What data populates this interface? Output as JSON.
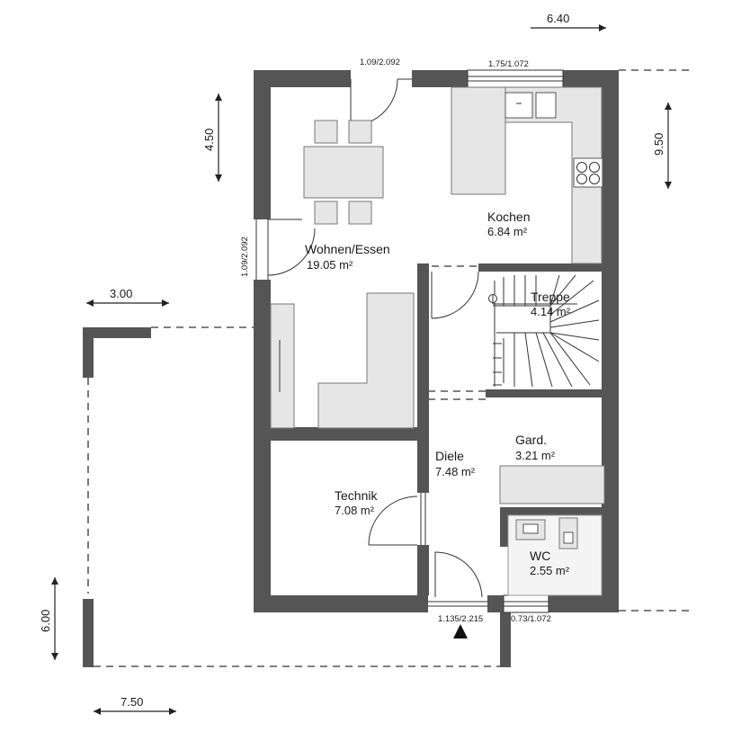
{
  "rooms": [
    {
      "name": "Wohnen/Essen",
      "area": "19.05 m²"
    },
    {
      "name": "Kochen",
      "area": "6.84 m²"
    },
    {
      "name": "Treppe",
      "area": "4.14 m²"
    },
    {
      "name": "Diele",
      "area": "7.48 m²"
    },
    {
      "name": "Gard.",
      "area": "3.21 m²"
    },
    {
      "name": "Technik",
      "area": "7.08 m²"
    },
    {
      "name": "WC",
      "area": "2.55 m²"
    }
  ],
  "dimensions": {
    "top_width": "6.40",
    "left_height": "4.50",
    "right_height": "9.50",
    "terrace_width": "3.00",
    "terrace_height": "6.00",
    "bottom_width": "7.50"
  },
  "openings": {
    "top_door": "1.09/2.092",
    "top_window": "1.75/1.072",
    "left_door": "1.09/2.092",
    "entrance_door": "1.135/2.215",
    "wc_window": "0.73/1.072"
  },
  "colors": {
    "wall": "#555555",
    "furniture": "#e6e6e6"
  }
}
